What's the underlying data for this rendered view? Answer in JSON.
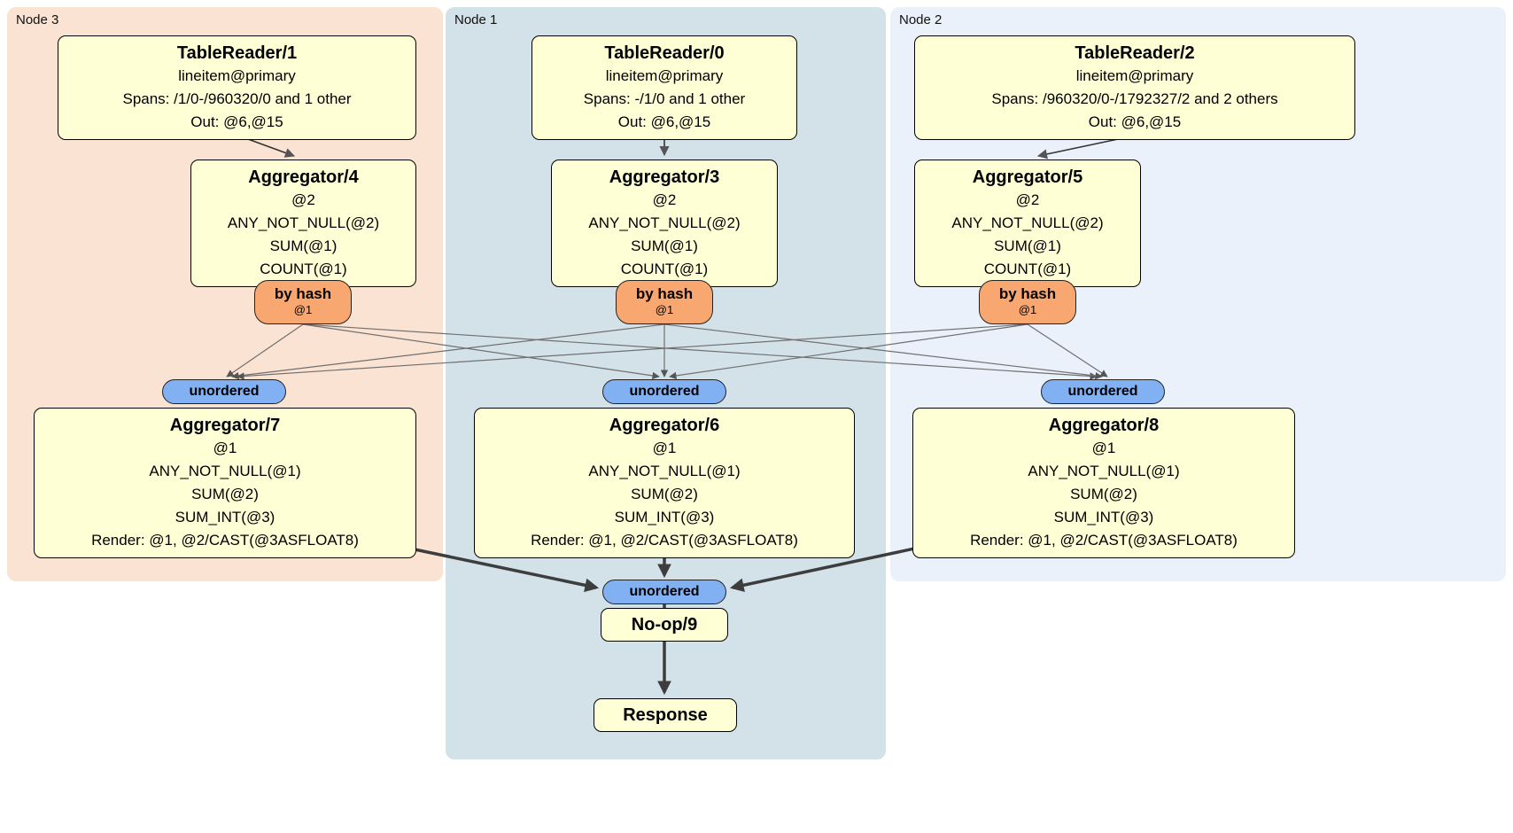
{
  "diagram": {
    "regions": {
      "node3": {
        "label": "Node 3",
        "bg": "#fbe3d3"
      },
      "node1": {
        "label": "Node 1",
        "bg": "#d3e2e9"
      },
      "node2": {
        "label": "Node 2",
        "bg": "#eaf1fb"
      }
    },
    "processors": {
      "tablereader1": {
        "title": "TableReader/1",
        "lines": [
          "lineitem@primary",
          "Spans: /1/0-/960320/0 and 1 other",
          "Out: @6,@15"
        ]
      },
      "tablereader0": {
        "title": "TableReader/0",
        "lines": [
          "lineitem@primary",
          "Spans: -/1/0 and 1 other",
          "Out: @6,@15"
        ]
      },
      "tablereader2": {
        "title": "TableReader/2",
        "lines": [
          "lineitem@primary",
          "Spans: /960320/0-/1792327/2 and 2 others",
          "Out: @6,@15"
        ]
      },
      "aggregator4": {
        "title": "Aggregator/4",
        "lines": [
          "@2",
          "ANY_NOT_NULL(@2)",
          "SUM(@1)",
          "COUNT(@1)"
        ]
      },
      "aggregator3": {
        "title": "Aggregator/3",
        "lines": [
          "@2",
          "ANY_NOT_NULL(@2)",
          "SUM(@1)",
          "COUNT(@1)"
        ]
      },
      "aggregator5": {
        "title": "Aggregator/5",
        "lines": [
          "@2",
          "ANY_NOT_NULL(@2)",
          "SUM(@1)",
          "COUNT(@1)"
        ]
      },
      "aggregator7": {
        "title": "Aggregator/7",
        "lines": [
          "@1",
          "ANY_NOT_NULL(@1)",
          "SUM(@2)",
          "SUM_INT(@3)",
          "Render: @1, @2/CAST(@3ASFLOAT8)"
        ]
      },
      "aggregator6": {
        "title": "Aggregator/6",
        "lines": [
          "@1",
          "ANY_NOT_NULL(@1)",
          "SUM(@2)",
          "SUM_INT(@3)",
          "Render: @1, @2/CAST(@3ASFLOAT8)"
        ]
      },
      "aggregator8": {
        "title": "Aggregator/8",
        "lines": [
          "@1",
          "ANY_NOT_NULL(@1)",
          "SUM(@2)",
          "SUM_INT(@3)",
          "Render: @1, @2/CAST(@3ASFLOAT8)"
        ]
      },
      "noop9": {
        "title": "No-op/9"
      },
      "response": {
        "title": "Response"
      }
    },
    "routers": {
      "byhash": {
        "label": "by hash",
        "sub": "@1"
      },
      "unordered": {
        "label": "unordered"
      }
    },
    "colors": {
      "processor_bg": "#ffffd6",
      "byhash_bg": "#f9a771",
      "unordered_bg": "#82b1f3"
    }
  }
}
